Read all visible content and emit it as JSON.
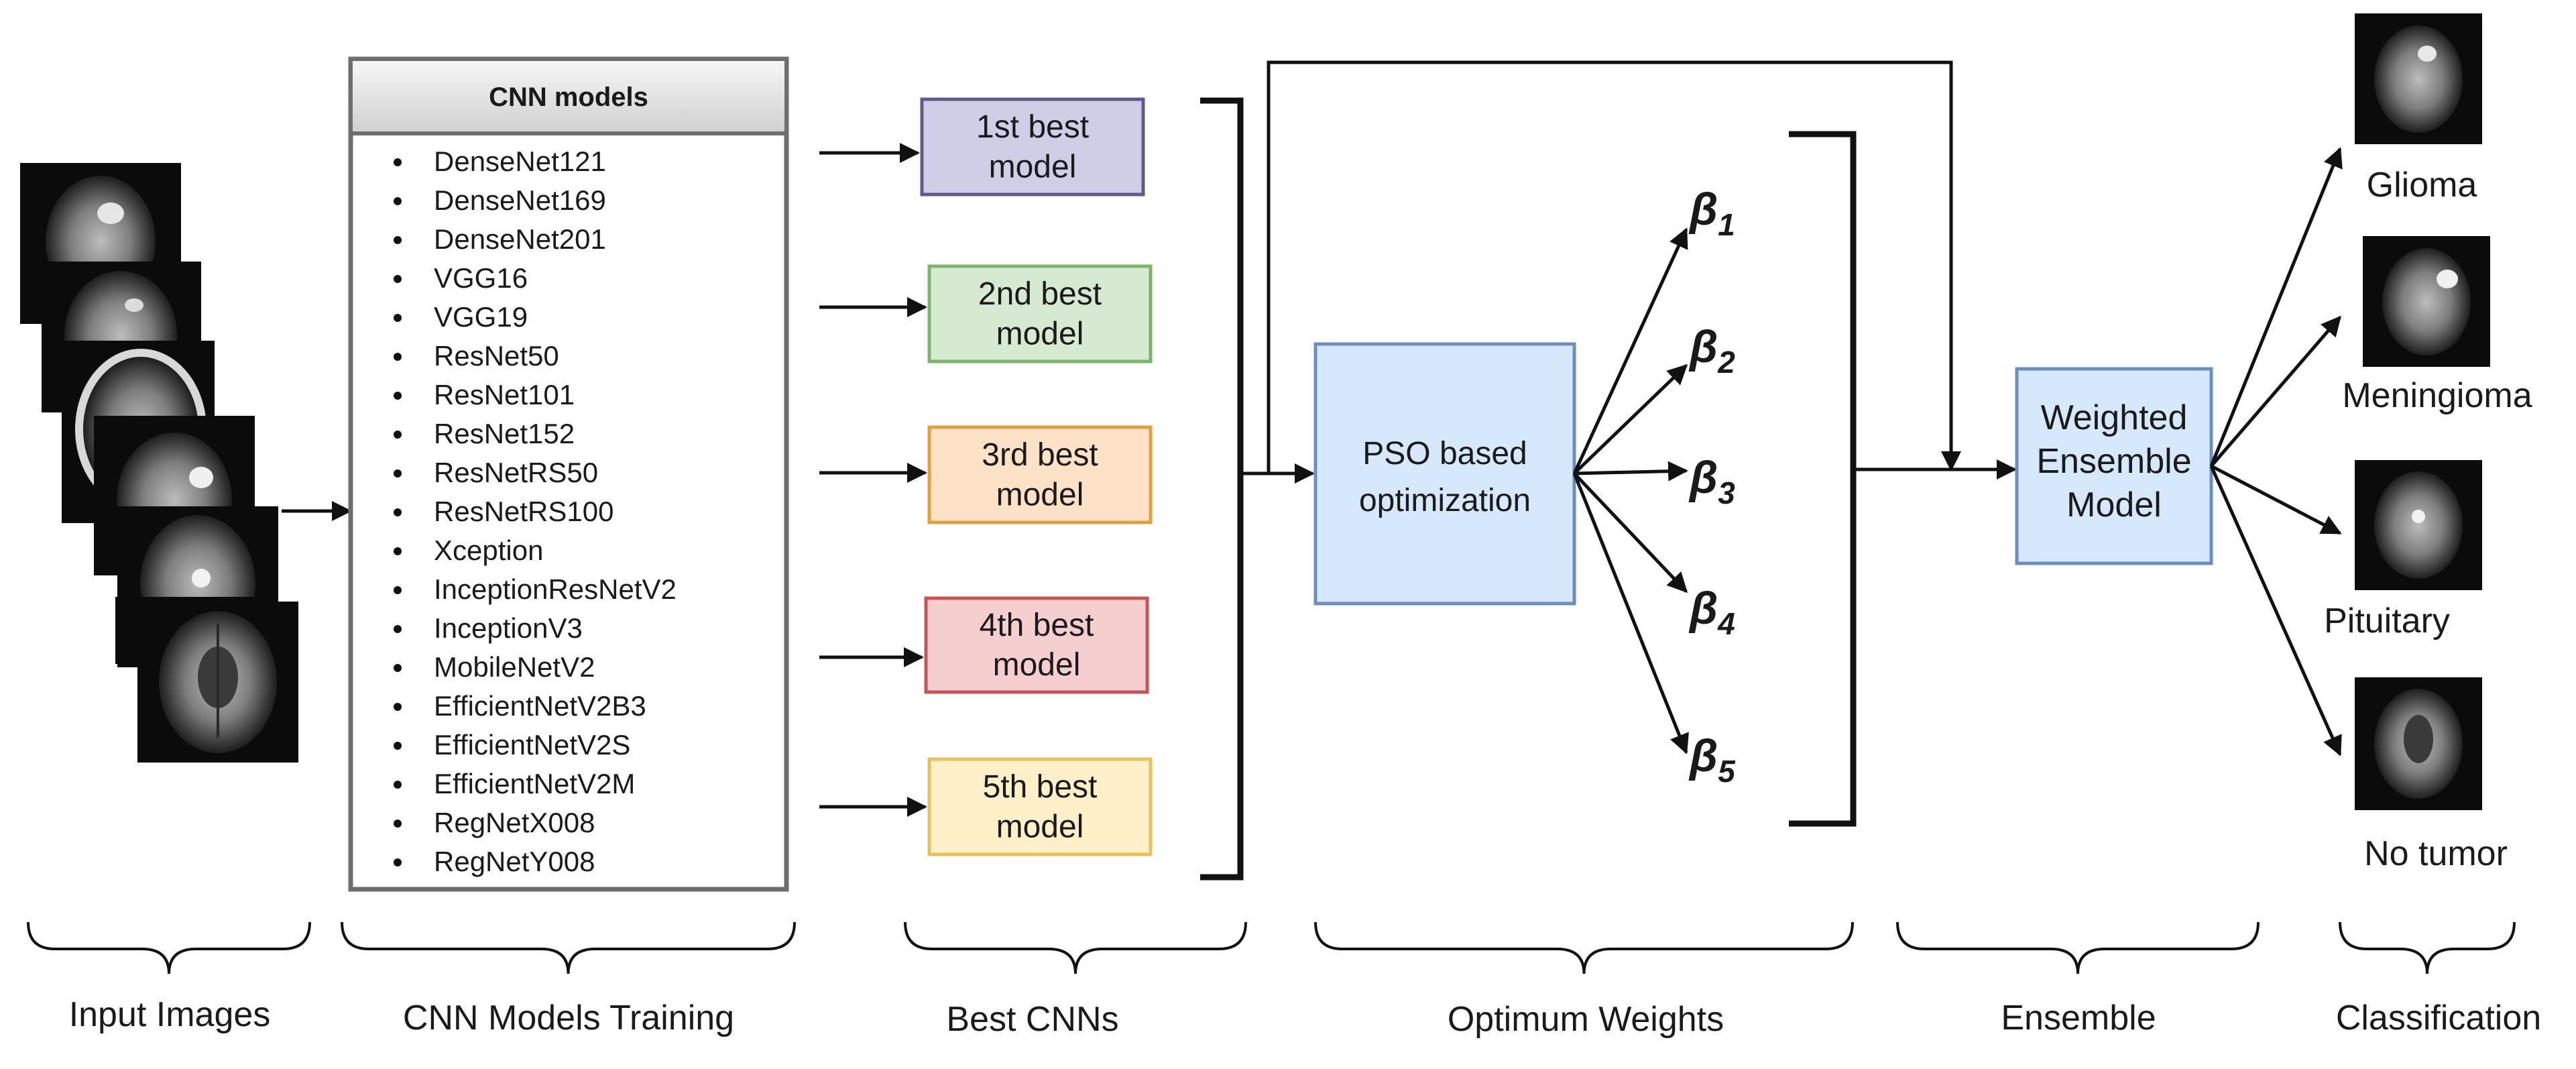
{
  "input_images": {
    "count": 7
  },
  "cnn_panel": {
    "header": "CNN models",
    "models": [
      "DenseNet121",
      "DenseNet169",
      "DenseNet201",
      "VGG16",
      "VGG19",
      "ResNet50",
      "ResNet101",
      "ResNet152",
      "ResNetRS50",
      "ResNetRS100",
      "Xception",
      "InceptionResNetV2",
      "InceptionV3",
      "MobileNetV2",
      "EfficientNetV2B3",
      "EfficientNetV2S",
      "EfficientNetV2M",
      "RegNetX008",
      "RegNetY008"
    ]
  },
  "best_models": [
    {
      "line1": "1st best",
      "line2": "model",
      "fill": "#d0cde6",
      "stroke": "#5f5a8e"
    },
    {
      "line1": "2nd best",
      "line2": "model",
      "fill": "#d6e9d1",
      "stroke": "#7cb46b"
    },
    {
      "line1": "3rd best",
      "line2": "model",
      "fill": "#fde2c8",
      "stroke": "#e0a13c"
    },
    {
      "line1": "4th best",
      "line2": "model",
      "fill": "#f5cfd0",
      "stroke": "#c85456"
    },
    {
      "line1": "5th best",
      "line2": "model",
      "fill": "#fff0c9",
      "stroke": "#e3c25f"
    }
  ],
  "pso": {
    "line1": "PSO based",
    "line2": "optimization",
    "fill": "#d6e8fb",
    "stroke": "#6c8ebf"
  },
  "betas": [
    {
      "symbol": "β",
      "sub": "1"
    },
    {
      "symbol": "β",
      "sub": "2"
    },
    {
      "symbol": "β",
      "sub": "3"
    },
    {
      "symbol": "β",
      "sub": "4"
    },
    {
      "symbol": "β",
      "sub": "5"
    }
  ],
  "ensemble": {
    "line1": "Weighted",
    "line2": "Ensemble",
    "line3": "Model",
    "fill": "#d6e8fb",
    "stroke": "#6c8ebf"
  },
  "classes": [
    {
      "label": "Glioma"
    },
    {
      "label": "Meningioma"
    },
    {
      "label": "Pituitary"
    },
    {
      "label": "No tumor"
    }
  ],
  "stage_labels": {
    "input": "Input Images",
    "training": "CNN Models Training",
    "best": "Best CNNs",
    "weights": "Optimum Weights",
    "ensemble": "Ensemble",
    "classification": "Classification"
  }
}
